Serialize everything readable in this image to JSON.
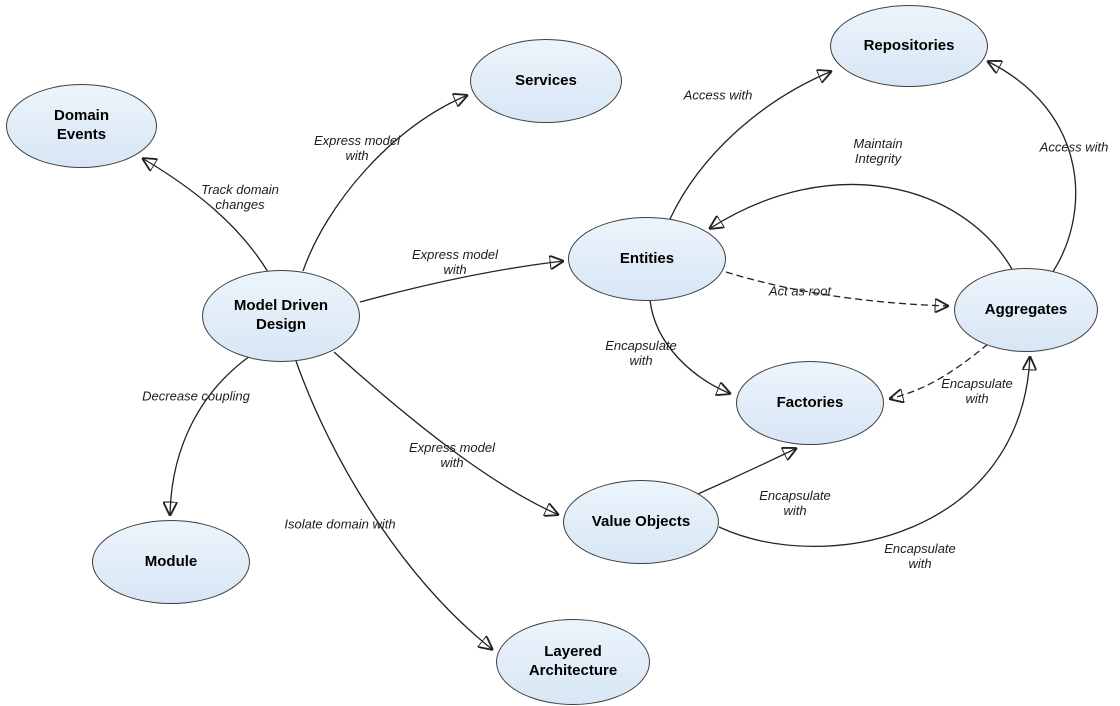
{
  "diagram": {
    "type": "concept-map",
    "subject": "Model Driven Design",
    "colors": {
      "background": "#ffffff",
      "node_fill": "#d7e6f5",
      "node_border": "#3f3f3f",
      "edge": "#222222",
      "node_text": "#000000",
      "edge_label_text": "#1d1d1d"
    },
    "nodes": {
      "domain_events": {
        "label": "Domain Events"
      },
      "services": {
        "label": "Services"
      },
      "repositories": {
        "label": "Repositories"
      },
      "entities": {
        "label": "Entities"
      },
      "model_driven_design": {
        "label": "Model Driven Design"
      },
      "aggregates": {
        "label": "Aggregates"
      },
      "factories": {
        "label": "Factories"
      },
      "module": {
        "label": "Module"
      },
      "value_objects": {
        "label": "Value Objects"
      },
      "layered_architecture": {
        "label": "Layered Architecture"
      }
    },
    "edges": {
      "track_domain_changes": {
        "label": "Track domain changes",
        "from": "Model Driven Design",
        "to": "Domain Events",
        "style": "solid"
      },
      "express_model_services": {
        "label": "Express model with",
        "from": "Model Driven Design",
        "to": "Services",
        "style": "solid"
      },
      "express_model_entities": {
        "label": "Express model with",
        "from": "Model Driven Design",
        "to": "Entities",
        "style": "solid"
      },
      "express_model_value_objects": {
        "label": "Express model with",
        "from": "Model Driven Design",
        "to": "Value Objects",
        "style": "solid"
      },
      "decrease_coupling": {
        "label": "Decrease coupling",
        "from": "Model Driven Design",
        "to": "Module",
        "style": "solid"
      },
      "isolate_domain": {
        "label": "Isolate domain with",
        "from": "Model Driven Design",
        "to": "Layered Architecture",
        "style": "solid"
      },
      "access_with_entities": {
        "label": "Access with",
        "from": "Entities",
        "to": "Repositories",
        "style": "solid"
      },
      "access_with_aggregates": {
        "label": "Access with",
        "from": "Aggregates",
        "to": "Repositories",
        "style": "solid"
      },
      "maintain_integrity": {
        "label": "Maintain Integrity",
        "from": "Aggregates",
        "to": "Entities",
        "style": "solid"
      },
      "act_as_root": {
        "label": "Act as root",
        "from": "Entities",
        "to": "Aggregates",
        "style": "dashed"
      },
      "encapsulate_entities_factories": {
        "label": "Encapsulate with",
        "from": "Entities",
        "to": "Factories",
        "style": "solid"
      },
      "encapsulate_aggregates_factories": {
        "label": "Encapsulate with",
        "from": "Aggregates",
        "to": "Factories",
        "style": "dashed"
      },
      "encapsulate_value_objects_factories": {
        "label": "Encapsulate with",
        "from": "Value Objects",
        "to": "Factories",
        "style": "solid"
      },
      "encapsulate_value_objects_aggregates": {
        "label": "Encapsulate with",
        "from": "Value Objects",
        "to": "Aggregates",
        "style": "solid"
      }
    }
  }
}
